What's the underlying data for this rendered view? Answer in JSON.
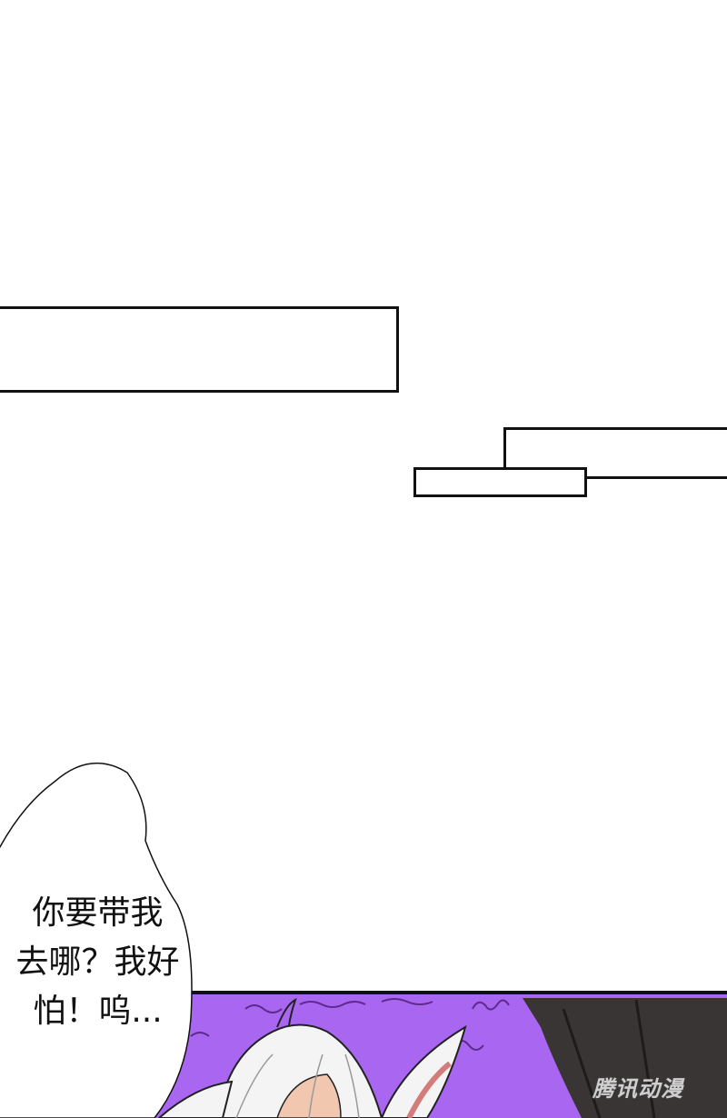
{
  "speech_bubble": {
    "lines": [
      "你要带我",
      "去哪？我好",
      "怕！呜..."
    ]
  },
  "watermark": "腾讯动漫",
  "colors": {
    "panel_border": "#111111",
    "bottom_panel_background": "#a966f0",
    "hair": "#f4f4f4",
    "dark_figure": "#3a3535"
  }
}
